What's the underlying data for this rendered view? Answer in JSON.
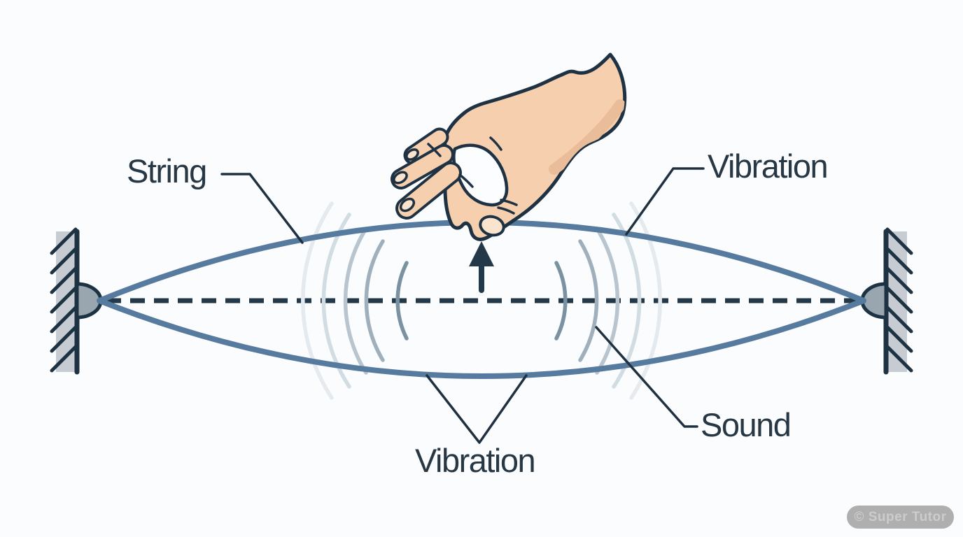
{
  "labels": {
    "string": "String",
    "vibration_top": "Vibration",
    "vibration_bottom": "Vibration",
    "sound": "Sound"
  },
  "watermark": "© Super Tutor",
  "colors": {
    "background": "#fbfcfd",
    "string": "#567b9f",
    "label_text": "#273744",
    "leader_line": "#1f3140",
    "dashed_rest_line": "#233848",
    "outline": "#1f3243",
    "skin": "#f6cfae",
    "skin_shade": "#e9bd99",
    "nail": "#fbe4cd",
    "wall_fill": "#c6ccd1",
    "anchor_pin_fill": "#9aa6af",
    "sound_wave_inner": "#7b92a2",
    "sound_wave_outer": "#e5eaef",
    "watermark_pill": "#a9a9a9",
    "watermark_text": "#c8c8c8"
  }
}
